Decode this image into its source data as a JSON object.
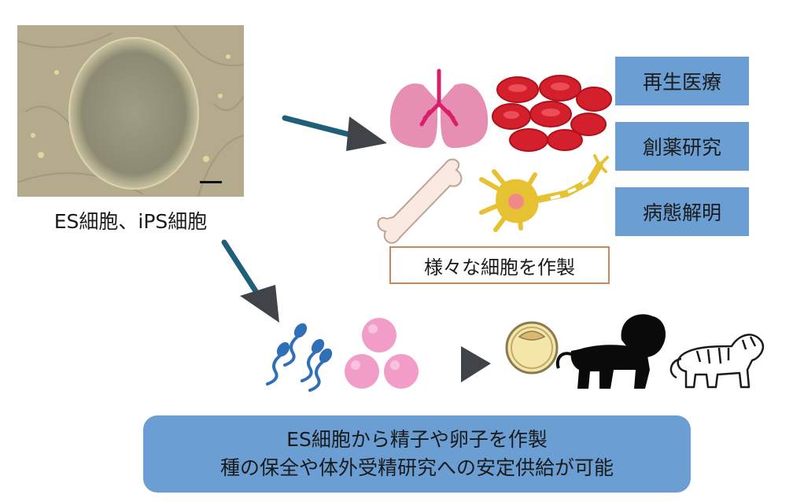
{
  "source": {
    "label": "ES細胞、iPS細胞"
  },
  "applications": [
    {
      "label": "再生医療"
    },
    {
      "label": "創薬研究"
    },
    {
      "label": "病態解明"
    }
  ],
  "made_cells_label": "様々な細胞を作製",
  "summary": {
    "line1": "ES細胞から精子や卵子を作製",
    "line2": "種の保全や体外受精研究への安定供給が可能"
  },
  "colors": {
    "box_blue": "#6b9fd4",
    "arrow": "#1f5f7a",
    "arrow_head": "#404448",
    "organ_pink": "#e78fb3",
    "blood_red": "#d41f2c",
    "neuron_yellow": "#e6c232",
    "sperm_blue": "#2f6fb8",
    "egg_pink": "#f29cc8"
  },
  "icons": [
    "stem-cell-photo",
    "lung-icon",
    "red-blood-cells-icon",
    "bone-icon",
    "neuron-icon",
    "sperm-icon",
    "egg-cells-icon",
    "play-triangle-icon",
    "blastocyst-icon",
    "lion-icon",
    "tiger-icon"
  ]
}
